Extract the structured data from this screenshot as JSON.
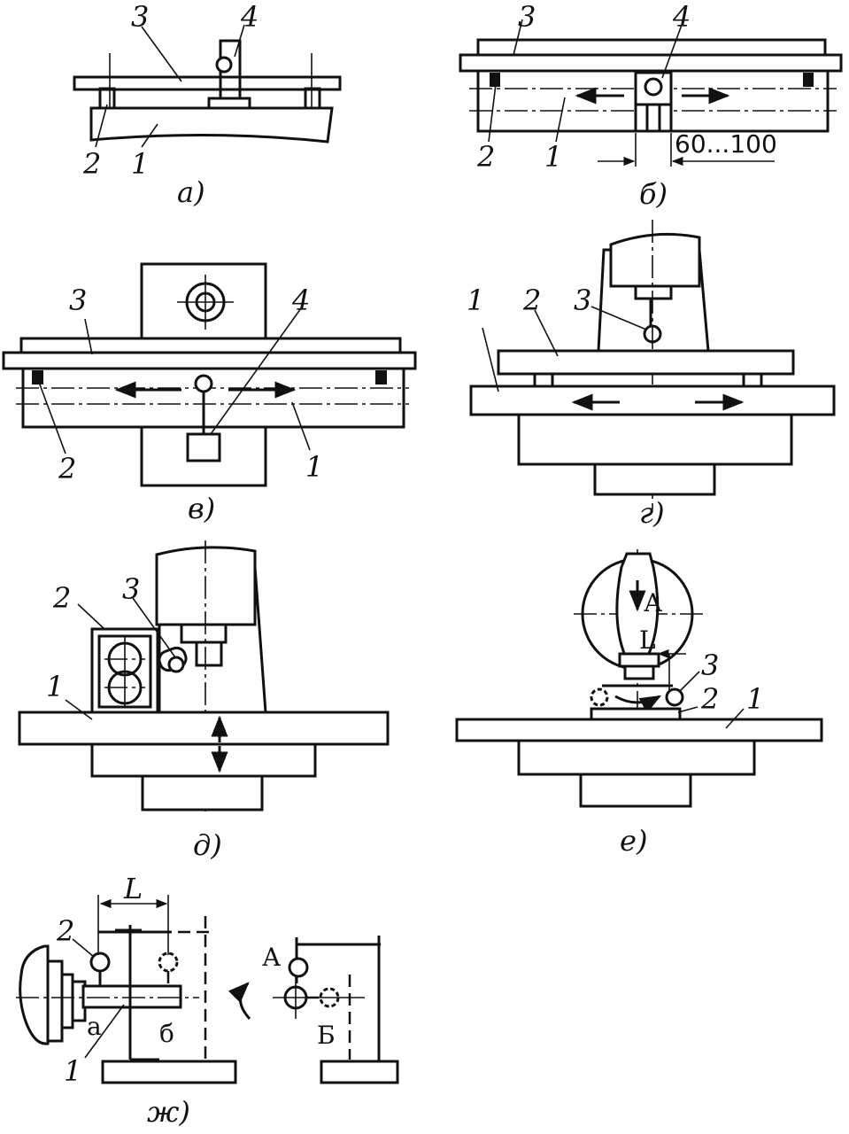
{
  "figure": {
    "panel_a": {
      "caption": "а)",
      "labels": [
        "1",
        "2",
        "3",
        "4"
      ]
    },
    "panel_b": {
      "caption": "б)",
      "labels": [
        "1",
        "2",
        "3",
        "4"
      ],
      "dimension": "60...100"
    },
    "panel_v": {
      "caption": "в)",
      "labels": [
        "1",
        "2",
        "3",
        "4"
      ]
    },
    "panel_g": {
      "caption": "г)",
      "labels": [
        "1",
        "2",
        "3"
      ]
    },
    "panel_d": {
      "caption": "д)",
      "labels": [
        "1",
        "2",
        "3"
      ]
    },
    "panel_e": {
      "caption": "е)",
      "labels": [
        "1",
        "2",
        "3"
      ],
      "letter_A": "А",
      "letter_L": "L"
    },
    "panel_zh": {
      "caption": "ж)",
      "labels": [
        "1",
        "2"
      ],
      "dim_L": "L",
      "point_a": "а",
      "point_b": "б",
      "point_A": "А",
      "point_B": "Б"
    }
  }
}
